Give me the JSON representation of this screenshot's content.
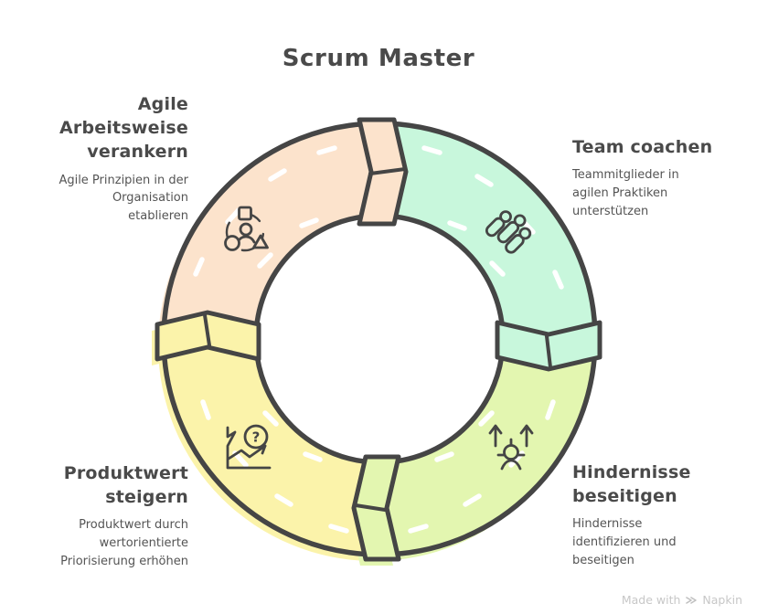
{
  "title": "Scrum Master",
  "colors": {
    "bg": "#ffffff",
    "ink": "#454545",
    "heading": "#4a4a4a",
    "body": "#545454",
    "footer": "#c7c7c7"
  },
  "segments": [
    {
      "name": "agile-arbeitsweise-verankern",
      "position": "top-left",
      "color": "#fce3cc",
      "icon": "agile-organization-icon",
      "heading": "Agile\nArbeitsweise\nverankern",
      "description": "Agile Prinzipien in der\nOrganisation\netablieren"
    },
    {
      "name": "team-coachen",
      "position": "top-right",
      "color": "#c8f7dc",
      "icon": "team-group-icon",
      "heading": "Team coachen",
      "description": "Teammitglieder in\nagilen Praktiken\nunterstützen"
    },
    {
      "name": "hindernisse-beseitigen",
      "position": "bottom-right",
      "color": "#e3f6b0",
      "icon": "remove-obstacles-icon",
      "heading": "Hindernisse\nbeseitigen",
      "description": "Hindernisse\nidentifizieren und\nbeseitigen"
    },
    {
      "name": "produktwert-steigern",
      "position": "bottom-left",
      "color": "#fbf3aa",
      "icon": "value-chart-icon",
      "icon_glyph": "?",
      "heading": "Produktwert\nsteigern",
      "description": "Produktwert durch\nwertorientierte\nPriorisierung erhöhen"
    }
  ],
  "footer": {
    "text": "Made with",
    "brand": "Napkin"
  }
}
